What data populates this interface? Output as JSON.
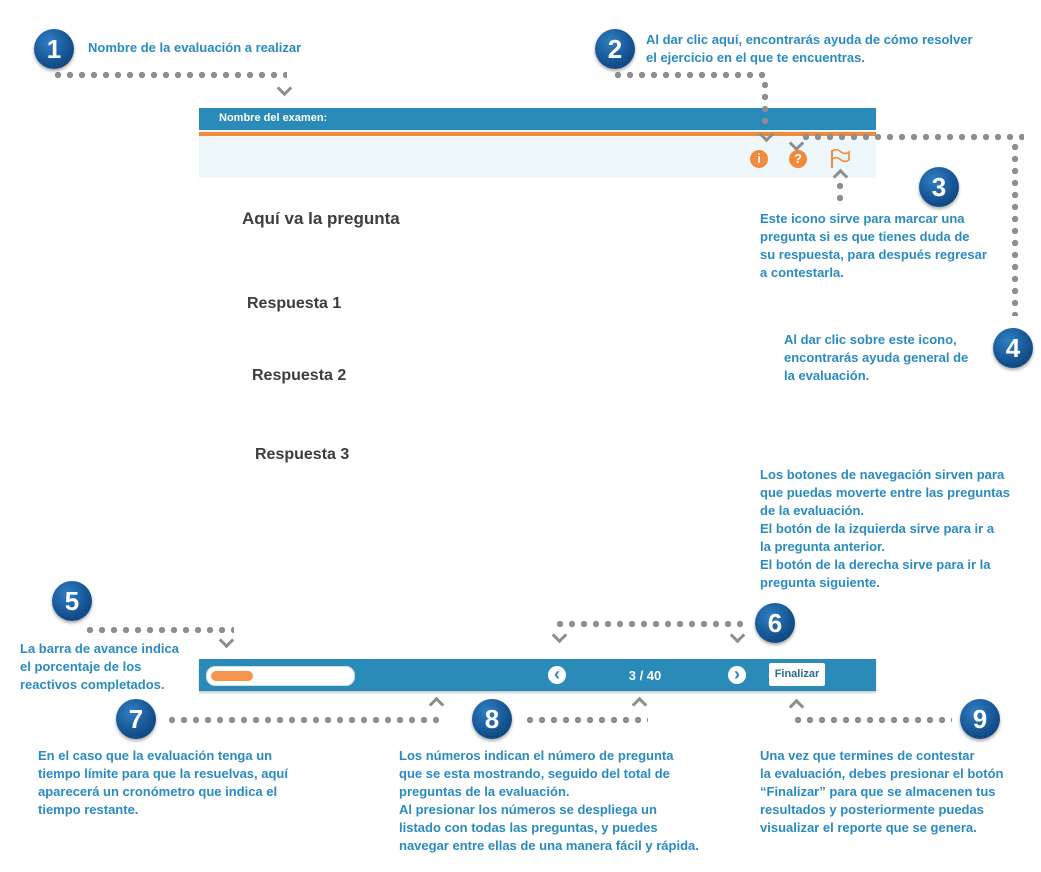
{
  "exam_header": {
    "title": "Nombre del examen:"
  },
  "question": {
    "text": "Aquí va la pregunta"
  },
  "answers": [
    "Respuesta 1",
    "Respuesta 2",
    "Respuesta 3"
  ],
  "toolbar_icons": {
    "info_glyph": "i",
    "help_glyph": "?"
  },
  "bottom_bar": {
    "progress_fraction": 0.3,
    "counter": "3 / 40",
    "prev_glyph": "‹",
    "next_glyph": "›",
    "finish_label": "Finalizar"
  },
  "annotations": [
    {
      "number": "1",
      "lines": [
        "Nombre de la evaluación a realizar"
      ]
    },
    {
      "number": "2",
      "lines": [
        "Al dar clic aquí, encontrarás ayuda de cómo resolver",
        "el ejercicio en el que te encuentras."
      ]
    },
    {
      "number": "3",
      "lines": [
        "Este icono sirve para marcar una",
        "pregunta si es que tienes duda de",
        "su respuesta, para después regresar",
        "a contestarla."
      ]
    },
    {
      "number": "4",
      "lines": [
        "Al dar clic sobre este icono,",
        "encontrarás ayuda general de",
        "la evaluación."
      ]
    },
    {
      "number": "5",
      "lines": [
        "La barra de avance indica",
        "el porcentaje de los",
        "reactivos completados."
      ]
    },
    {
      "number": "6",
      "lines": [
        "Los botones de navegación sirven para",
        "que puedas moverte entre las preguntas",
        "de la evaluación.",
        "El botón de la izquierda sirve para ir a",
        "la pregunta anterior.",
        "El  botón de la derecha sirve para ir la",
        "pregunta siguiente."
      ]
    },
    {
      "number": "7",
      "lines": [
        "En el caso que la evaluación tenga un",
        "tiempo límite para que la resuelvas, aquí",
        "aparecerá un cronómetro que indica el",
        "tiempo restante."
      ]
    },
    {
      "number": "8",
      "lines": [
        "Los números indican el número de pregunta",
        "que se esta mostrando, seguido del total de",
        "preguntas de la evaluación.",
        "Al presionar los números se despliega un",
        "listado con todas las preguntas, y  puedes",
        "navegar entre ellas de una manera fácil y rápida."
      ]
    },
    {
      "number": "9",
      "lines": [
        "Una vez que termines de contestar",
        "la evaluación, debes presionar el botón",
        "“Finalizar” para que se almacenen tus",
        "resultados y  posteriormente puedas",
        "visualizar el reporte que se genera."
      ]
    }
  ],
  "colors": {
    "bar_blue": "#2a8ab8",
    "accent_orange": "#f28a3b",
    "note_blue": "#2a8bc0",
    "badge_blue": "#14518f",
    "panel_bg": "#eef7fc"
  }
}
